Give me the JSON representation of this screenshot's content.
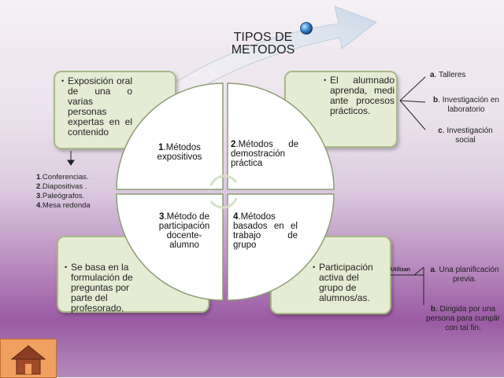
{
  "title": "TIPOS DE METODOS",
  "quadrants": [
    {
      "num": "1",
      "text": ".Métodos expositivos"
    },
    {
      "num": "2",
      "text": ".Métodos de demostración práctica"
    },
    {
      "num": "3",
      "text": ".Método de participación docente-alumno"
    },
    {
      "num": "4",
      "text": ".Métodos basados en el trabajo de grupo"
    }
  ],
  "boxes": {
    "top_left": "Exposición oral de una o varias personas expertas en el contenido",
    "top_right": "El alumnado aprenda, medi ante procesos prácticos.",
    "bottom_left": "Se basa en la formulación de preguntas por parte del profesorado.",
    "bottom_right": "Participación activa del grupo de alumnos/as."
  },
  "expositivo_list": [
    {
      "num": "1",
      "text": ".Conferencias."
    },
    {
      "num": "2",
      "text": ".Diapositivas ."
    },
    {
      "num": "3",
      "text": ".Paleógrafos."
    },
    {
      "num": "4",
      "text": ".Mesa redonda"
    }
  ],
  "practica_list": [
    {
      "letter": "a",
      "text": ". Talleres"
    },
    {
      "letter": "b",
      "text": ". Investigación en laboratorio"
    },
    {
      "letter": "c",
      "text": ". Investigación social"
    }
  ],
  "grupo_label": "Utilizan",
  "grupo_list": [
    {
      "letter": "a",
      "text": ". Una planificación previa."
    },
    {
      "letter": "b",
      "text": ". Dirigida por una persona para cumplir con tal fin."
    }
  ],
  "icons": {
    "home": "home-icon",
    "orb": "blue-orb-icon"
  },
  "colors": {
    "box_fill": "#e6ecd3",
    "box_border": "#a9b888",
    "home": "#f0a060"
  }
}
